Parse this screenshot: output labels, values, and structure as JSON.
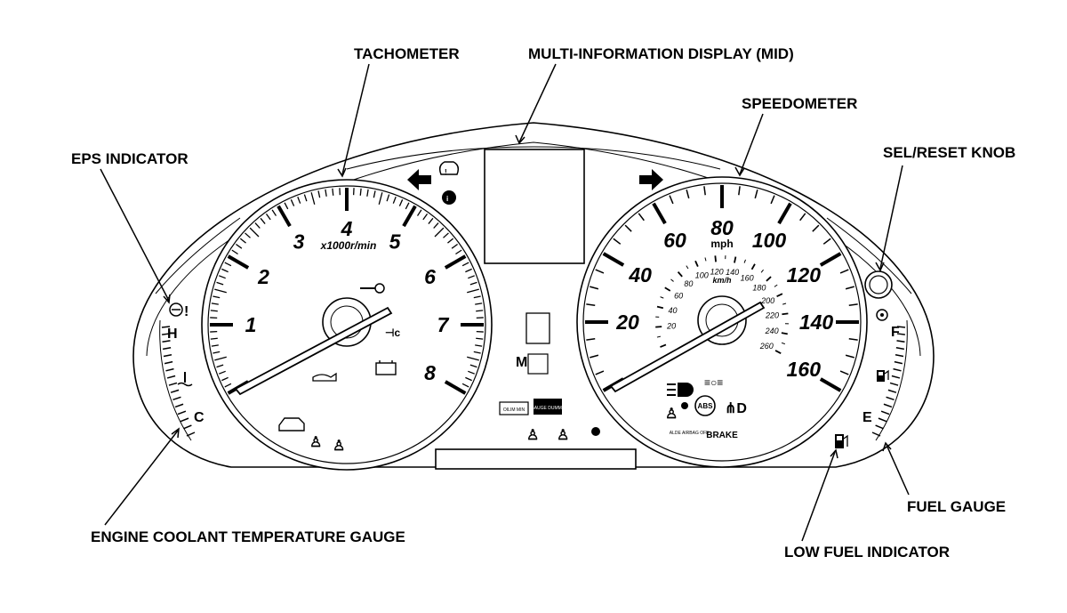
{
  "callouts": {
    "tachometer": "TACHOMETER",
    "mid": "MULTI-INFORMATION DISPLAY (MID)",
    "speedometer": "SPEEDOMETER",
    "eps": "EPS INDICATOR",
    "sel_reset": "SEL/RESET KNOB",
    "coolant": "ENGINE COOLANT TEMPERATURE GAUGE",
    "fuel_gauge": "FUEL GAUGE",
    "low_fuel": "LOW FUEL INDICATOR"
  },
  "tachometer": {
    "numbers": [
      "1",
      "2",
      "3",
      "4",
      "5",
      "6",
      "7",
      "8"
    ],
    "unit": "x1000r/min"
  },
  "speedometer": {
    "mph_numbers": [
      "20",
      "40",
      "60",
      "80",
      "100",
      "120",
      "140",
      "160"
    ],
    "unit": "mph",
    "kmh_numbers": [
      "20",
      "40",
      "60",
      "80",
      "100",
      "120",
      "140",
      "160",
      "180",
      "200",
      "220",
      "240",
      "260"
    ],
    "kmh_unit": "km/h",
    "brake_label": "BRAKE",
    "paddle_label": "ALDE AIRBAG OFF"
  },
  "temp_gauge": {
    "hot": "H",
    "cold": "C"
  },
  "fuel": {
    "full": "F",
    "empty": "E"
  },
  "center": {
    "gear": "M",
    "button1": "OILIM MIN",
    "button2": "GAUGE DUMMY"
  },
  "icons": [
    "eps-warning-icon",
    "coolant-temp-icon",
    "left-turn-arrow-icon",
    "right-turn-arrow-icon",
    "tpms-icon",
    "info-icon",
    "key-icon",
    "oil-pressure-icon",
    "battery-icon",
    "check-engine-icon",
    "seatbelt-icon",
    "headlight-icon",
    "abs-icon",
    "fog-light-icon",
    "airbag-icon",
    "fuel-pump-icon",
    "low-fuel-icon",
    "security-icon",
    "gear-shift-icon"
  ]
}
